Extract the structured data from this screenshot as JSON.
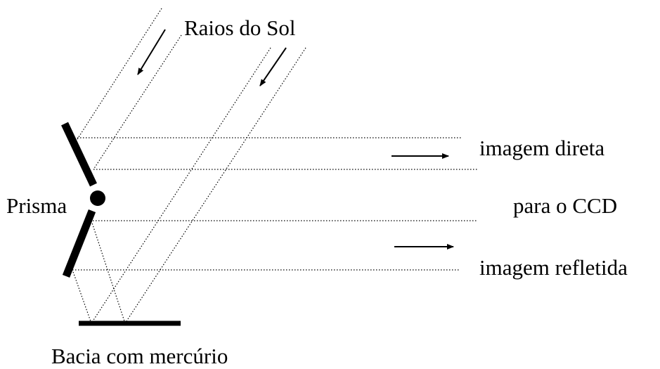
{
  "labels": {
    "sun_rays": "Raios do Sol",
    "prism": "Prisma",
    "direct_image": "imagem direta",
    "to_ccd": "para o CCD",
    "reflected_image": "imagem refletida",
    "mercury_basin": "Bacia com mercúrio"
  }
}
